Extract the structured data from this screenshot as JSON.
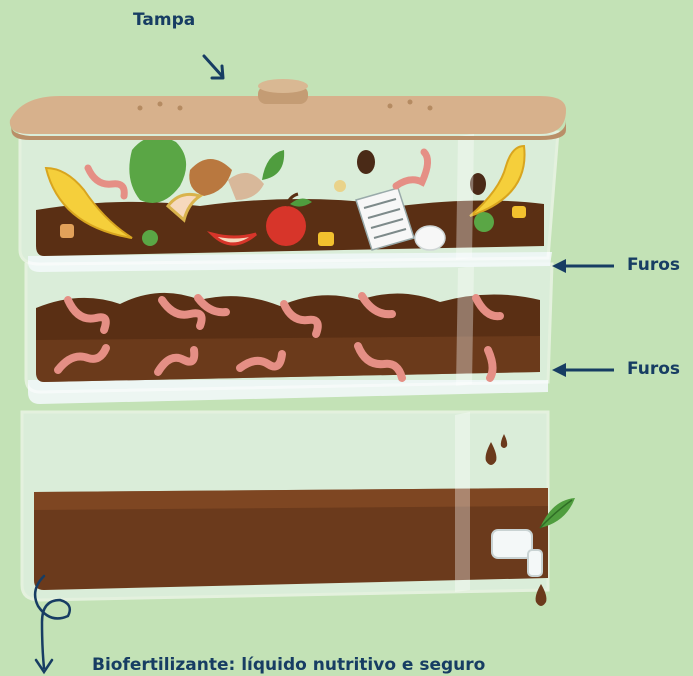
{
  "labels": {
    "lid": "Tampa",
    "holes_upper": "Furos",
    "holes_lower": "Furos",
    "biofertilizer": "Biofertilizante: líquido nutritivo e seguro"
  },
  "colors": {
    "background": "#c3e2b6",
    "label_text": "#173d63",
    "lid": "#d7b18c",
    "soil_dark": "#5a2f14",
    "soil_mid": "#7a4421",
    "liquid": "#6b3a1c",
    "worm": "#e58f85",
    "glass": "#eef7f7",
    "leaf": "#4f9d3e"
  }
}
